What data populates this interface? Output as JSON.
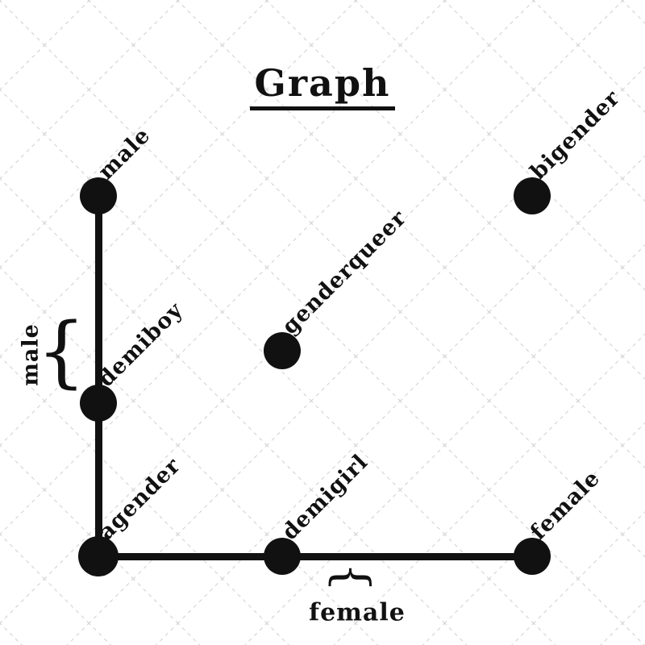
{
  "diagram": {
    "title": "Graph",
    "type": "node-link graph (subway-map style joke chart of gender identities)",
    "nodes": {
      "male": {
        "label": "male"
      },
      "bigender": {
        "label": "bigender"
      },
      "genderqueer": {
        "label": "genderqueer"
      },
      "demiboy": {
        "label": "demiboy"
      },
      "agender": {
        "label": "agender"
      },
      "demigirl": {
        "label": "demigirl"
      },
      "female": {
        "label": "female"
      }
    },
    "edges": [
      {
        "from": "male",
        "to": "agender",
        "via": [
          "demiboy"
        ],
        "orientation": "vertical"
      },
      {
        "from": "agender",
        "to": "female",
        "via": [
          "demigirl"
        ],
        "orientation": "horizontal"
      }
    ],
    "unconnected_nodes": [
      "bigender",
      "genderqueer"
    ],
    "braces": {
      "left": {
        "glyph": "{",
        "label": "male",
        "groups": "segment between male and demiboy"
      },
      "bottom": {
        "glyph": "{",
        "label": "female",
        "groups": "segment between demigirl and female"
      }
    }
  },
  "colors": {
    "background": "#ffffff",
    "grid": "#d6d6d6",
    "node": "#111111",
    "edge": "#111111",
    "text": "#111111"
  }
}
